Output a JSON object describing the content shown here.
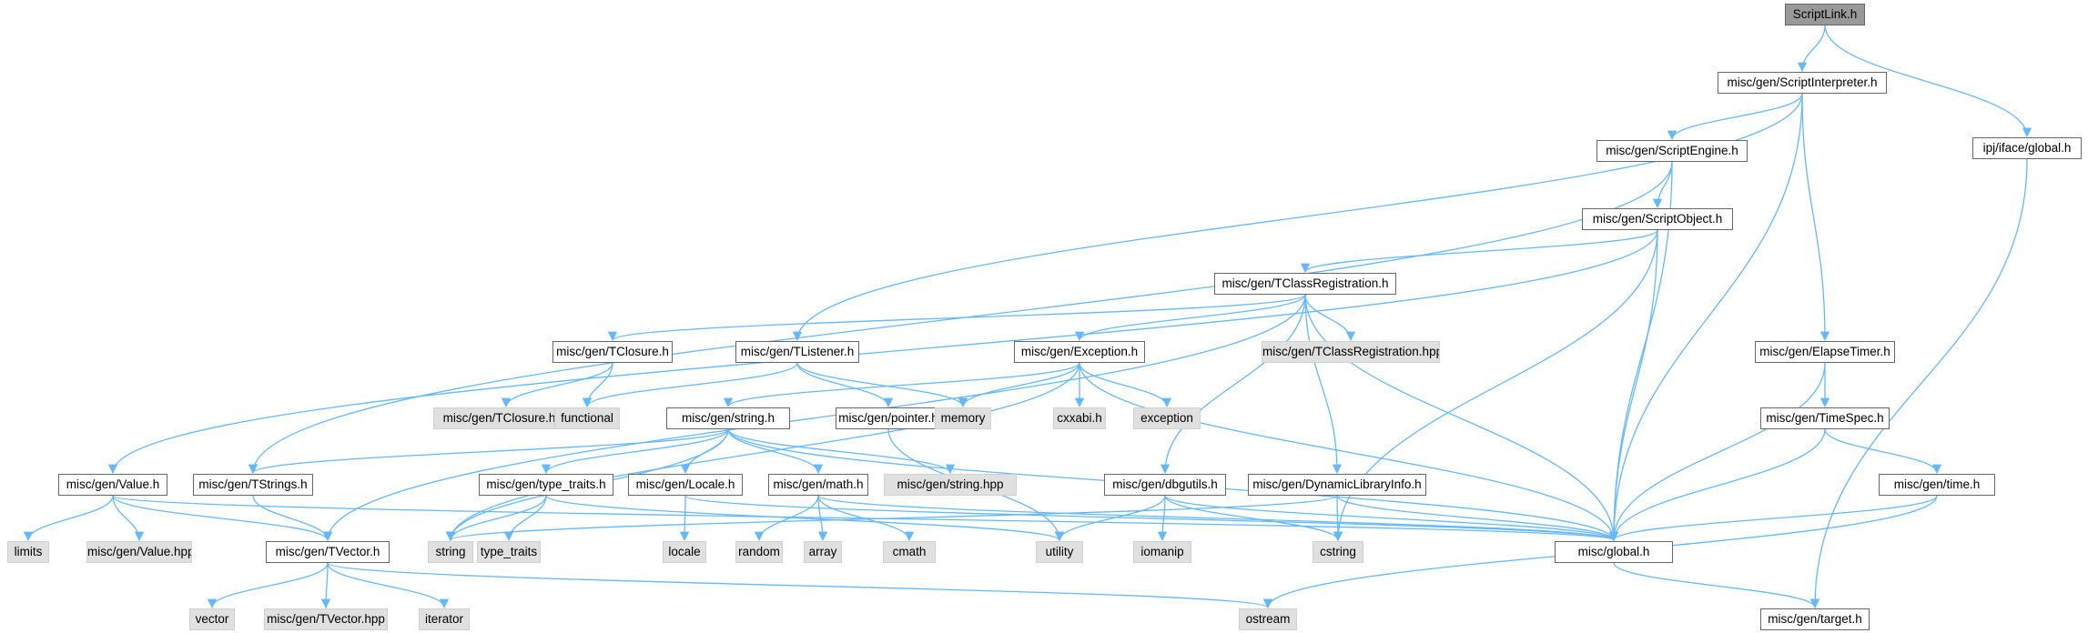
{
  "nodes": [
    {
      "id": "n0",
      "label": "ScriptLink.h",
      "kind": "root"
    },
    {
      "id": "n1",
      "label": "misc/gen/ScriptInterpreter.h",
      "kind": "doc"
    },
    {
      "id": "n2",
      "label": "ipj/iface/global.h",
      "kind": "doc"
    },
    {
      "id": "n3",
      "label": "misc/gen/ScriptEngine.h",
      "kind": "doc"
    },
    {
      "id": "n4",
      "label": "misc/gen/ScriptObject.h",
      "kind": "doc"
    },
    {
      "id": "n5",
      "label": "misc/gen/TClassRegistration.h",
      "kind": "doc"
    },
    {
      "id": "n6",
      "label": "misc/gen/TClassRegistration.hpp",
      "kind": "system"
    },
    {
      "id": "n7",
      "label": "misc/gen/TClosure.h",
      "kind": "doc"
    },
    {
      "id": "n8",
      "label": "misc/gen/TListener.h",
      "kind": "doc"
    },
    {
      "id": "n9",
      "label": "misc/gen/Exception.h",
      "kind": "doc"
    },
    {
      "id": "n10",
      "label": "misc/gen/ElapseTimer.h",
      "kind": "doc"
    },
    {
      "id": "n11",
      "label": "misc/gen/TClosure.hpp",
      "kind": "system"
    },
    {
      "id": "n12",
      "label": "functional",
      "kind": "system"
    },
    {
      "id": "n13",
      "label": "misc/gen/string.h",
      "kind": "doc"
    },
    {
      "id": "n14",
      "label": "misc/gen/pointer.h",
      "kind": "doc"
    },
    {
      "id": "n15",
      "label": "memory",
      "kind": "system"
    },
    {
      "id": "n16",
      "label": "cxxabi.h",
      "kind": "system"
    },
    {
      "id": "n17",
      "label": "exception",
      "kind": "system"
    },
    {
      "id": "n18",
      "label": "misc/gen/TimeSpec.h",
      "kind": "doc"
    },
    {
      "id": "n19",
      "label": "misc/gen/Value.h",
      "kind": "doc"
    },
    {
      "id": "n20",
      "label": "misc/gen/TStrings.h",
      "kind": "doc"
    },
    {
      "id": "n21",
      "label": "misc/gen/type_traits.h",
      "kind": "doc"
    },
    {
      "id": "n22",
      "label": "misc/gen/Locale.h",
      "kind": "doc"
    },
    {
      "id": "n23",
      "label": "misc/gen/math.h",
      "kind": "doc"
    },
    {
      "id": "n24",
      "label": "misc/gen/string.hpp",
      "kind": "system"
    },
    {
      "id": "n25",
      "label": "misc/gen/dbgutils.h",
      "kind": "doc"
    },
    {
      "id": "n26",
      "label": "misc/gen/DynamicLibraryInfo.h",
      "kind": "doc"
    },
    {
      "id": "n27",
      "label": "misc/gen/time.h",
      "kind": "doc"
    },
    {
      "id": "n28",
      "label": "limits",
      "kind": "system"
    },
    {
      "id": "n29",
      "label": "misc/gen/Value.hpp",
      "kind": "system"
    },
    {
      "id": "n30",
      "label": "misc/gen/TVector.h",
      "kind": "doc"
    },
    {
      "id": "n31",
      "label": "string",
      "kind": "system"
    },
    {
      "id": "n32",
      "label": "type_traits",
      "kind": "system"
    },
    {
      "id": "n33",
      "label": "locale",
      "kind": "system"
    },
    {
      "id": "n34",
      "label": "random",
      "kind": "system"
    },
    {
      "id": "n35",
      "label": "array",
      "kind": "system"
    },
    {
      "id": "n36",
      "label": "cmath",
      "kind": "system"
    },
    {
      "id": "n37",
      "label": "utility",
      "kind": "system"
    },
    {
      "id": "n38",
      "label": "iomanip",
      "kind": "system"
    },
    {
      "id": "n39",
      "label": "cstring",
      "kind": "system"
    },
    {
      "id": "n40",
      "label": "misc/global.h",
      "kind": "doc"
    },
    {
      "id": "n41",
      "label": "vector",
      "kind": "system"
    },
    {
      "id": "n42",
      "label": "misc/gen/TVector.hpp",
      "kind": "system"
    },
    {
      "id": "n43",
      "label": "iterator",
      "kind": "system"
    },
    {
      "id": "n44",
      "label": "ostream",
      "kind": "system"
    },
    {
      "id": "n45",
      "label": "misc/gen/target.h",
      "kind": "doc"
    }
  ],
  "edges": [
    [
      "n0",
      "n1"
    ],
    [
      "n0",
      "n2"
    ],
    [
      "n1",
      "n3"
    ],
    [
      "n1",
      "n8"
    ],
    [
      "n1",
      "n10"
    ],
    [
      "n1",
      "n40"
    ],
    [
      "n2",
      "n45"
    ],
    [
      "n3",
      "n4"
    ],
    [
      "n3",
      "n20"
    ],
    [
      "n3",
      "n40"
    ],
    [
      "n4",
      "n5"
    ],
    [
      "n4",
      "n19"
    ],
    [
      "n4",
      "n39"
    ],
    [
      "n4",
      "n40"
    ],
    [
      "n5",
      "n6"
    ],
    [
      "n5",
      "n7"
    ],
    [
      "n5",
      "n9"
    ],
    [
      "n5",
      "n25"
    ],
    [
      "n5",
      "n26"
    ],
    [
      "n5",
      "n30"
    ],
    [
      "n5",
      "n40"
    ],
    [
      "n7",
      "n11"
    ],
    [
      "n7",
      "n12"
    ],
    [
      "n8",
      "n12"
    ],
    [
      "n8",
      "n14"
    ],
    [
      "n8",
      "n15"
    ],
    [
      "n9",
      "n13"
    ],
    [
      "n9",
      "n15"
    ],
    [
      "n9",
      "n16"
    ],
    [
      "n9",
      "n17"
    ],
    [
      "n9",
      "n31"
    ],
    [
      "n9",
      "n40"
    ],
    [
      "n10",
      "n18"
    ],
    [
      "n10",
      "n40"
    ],
    [
      "n13",
      "n20"
    ],
    [
      "n13",
      "n21"
    ],
    [
      "n13",
      "n22"
    ],
    [
      "n13",
      "n23"
    ],
    [
      "n13",
      "n24"
    ],
    [
      "n13",
      "n31"
    ],
    [
      "n13",
      "n40"
    ],
    [
      "n14",
      "n37"
    ],
    [
      "n18",
      "n27"
    ],
    [
      "n18",
      "n40"
    ],
    [
      "n19",
      "n28"
    ],
    [
      "n19",
      "n29"
    ],
    [
      "n19",
      "n30"
    ],
    [
      "n19",
      "n40"
    ],
    [
      "n20",
      "n30"
    ],
    [
      "n21",
      "n31"
    ],
    [
      "n21",
      "n32"
    ],
    [
      "n21",
      "n37"
    ],
    [
      "n22",
      "n33"
    ],
    [
      "n22",
      "n40"
    ],
    [
      "n23",
      "n34"
    ],
    [
      "n23",
      "n35"
    ],
    [
      "n23",
      "n36"
    ],
    [
      "n23",
      "n40"
    ],
    [
      "n25",
      "n37"
    ],
    [
      "n25",
      "n38"
    ],
    [
      "n25",
      "n39"
    ],
    [
      "n25",
      "n40"
    ],
    [
      "n26",
      "n31"
    ],
    [
      "n26",
      "n39"
    ],
    [
      "n26",
      "n40"
    ],
    [
      "n27",
      "n40"
    ],
    [
      "n27",
      "n44"
    ],
    [
      "n30",
      "n41"
    ],
    [
      "n30",
      "n42"
    ],
    [
      "n30",
      "n43"
    ],
    [
      "n30",
      "n44"
    ],
    [
      "n40",
      "n45"
    ]
  ],
  "colors": {
    "edge": "#63b8ff",
    "node_border": "#666666",
    "root_fill": "#999999",
    "system_fill": "#e0e0e0",
    "system_border": "#d0d0d0"
  }
}
